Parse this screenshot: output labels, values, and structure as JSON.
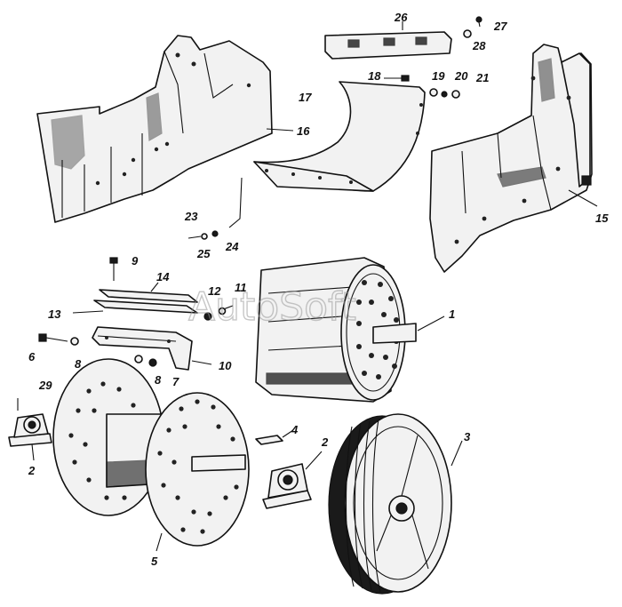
{
  "watermark": "AutoSoft",
  "callouts": {
    "c1": "1",
    "c2a": "2",
    "c2b": "2",
    "c3": "3",
    "c4": "4",
    "c5": "5",
    "c6": "6",
    "c7": "7",
    "c8a": "8",
    "c8b": "8",
    "c9": "9",
    "c10": "10",
    "c11": "11",
    "c12": "12",
    "c13": "13",
    "c14": "14",
    "c15": "15",
    "c16": "16",
    "c17": "17",
    "c18": "18",
    "c19": "19",
    "c20": "20",
    "c21": "21",
    "c23": "23",
    "c24": "24",
    "c25": "25",
    "c26": "26",
    "c27": "27",
    "c28": "28",
    "c29": "29"
  }
}
